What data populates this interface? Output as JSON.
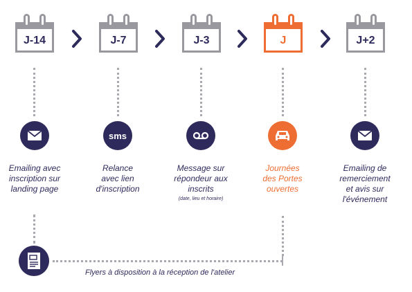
{
  "colors": {
    "navy": "#2e2a5c",
    "orange": "#ee6d32",
    "gray": "#98989e"
  },
  "steps": [
    {
      "day": "J-14",
      "icon": "envelope-icon",
      "caption_lines": [
        "Emailing avec",
        "inscription sur",
        "landing page"
      ],
      "note": ""
    },
    {
      "day": "J-7",
      "icon": "sms-icon",
      "icon_text": "sms",
      "caption_lines": [
        "Relance",
        "avec lien",
        "d'inscription"
      ],
      "note": ""
    },
    {
      "day": "J-3",
      "icon": "voicemail-icon",
      "caption_lines": [
        "Message sur",
        "répondeur aux",
        "inscrits"
      ],
      "note": "(date, lieu et horaire)"
    },
    {
      "day": "J",
      "icon": "car-icon",
      "highlight": true,
      "caption_lines": [
        "Journées",
        "des Portes",
        "ouvertes"
      ],
      "note": ""
    },
    {
      "day": "J+2",
      "icon": "envelope-icon",
      "caption_lines": [
        "Emailing de",
        "remerciement",
        "et avis sur",
        "l'événement"
      ],
      "note": ""
    }
  ],
  "flyer": {
    "icon": "flyer-icon",
    "caption": "Flyers à disposition à la réception de l'atelier"
  }
}
